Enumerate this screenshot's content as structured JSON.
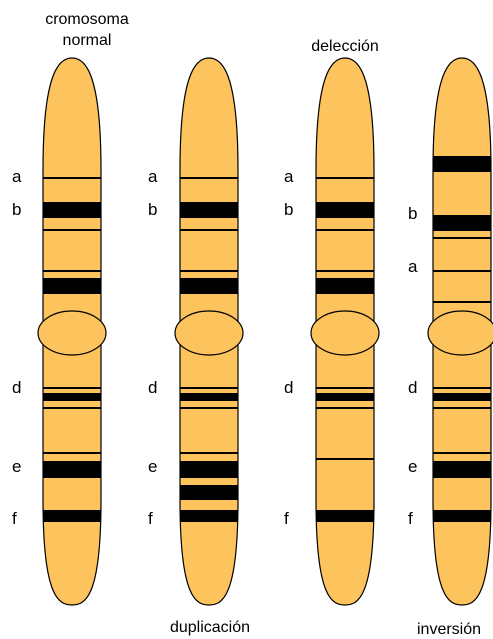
{
  "colors": {
    "chromosome_fill": "#FDC35C",
    "band": "#000000",
    "outline": "#000000",
    "background": "#FFFFFF"
  },
  "titles": {
    "normal_line1": "cromosoma",
    "normal_line2": "normal",
    "deletion": "delección",
    "duplication": "duplicación",
    "inversion": "inversión"
  },
  "chromosomes": [
    {
      "name": "normal",
      "labels": [
        "a",
        "b",
        "d",
        "e",
        "f"
      ]
    },
    {
      "name": "duplication",
      "labels": [
        "a",
        "b",
        "d",
        "e",
        "f"
      ]
    },
    {
      "name": "deletion",
      "labels": [
        "a",
        "b",
        "d",
        "f"
      ]
    },
    {
      "name": "inversion",
      "labels": [
        "b",
        "a",
        "d",
        "e",
        "f"
      ]
    }
  ]
}
